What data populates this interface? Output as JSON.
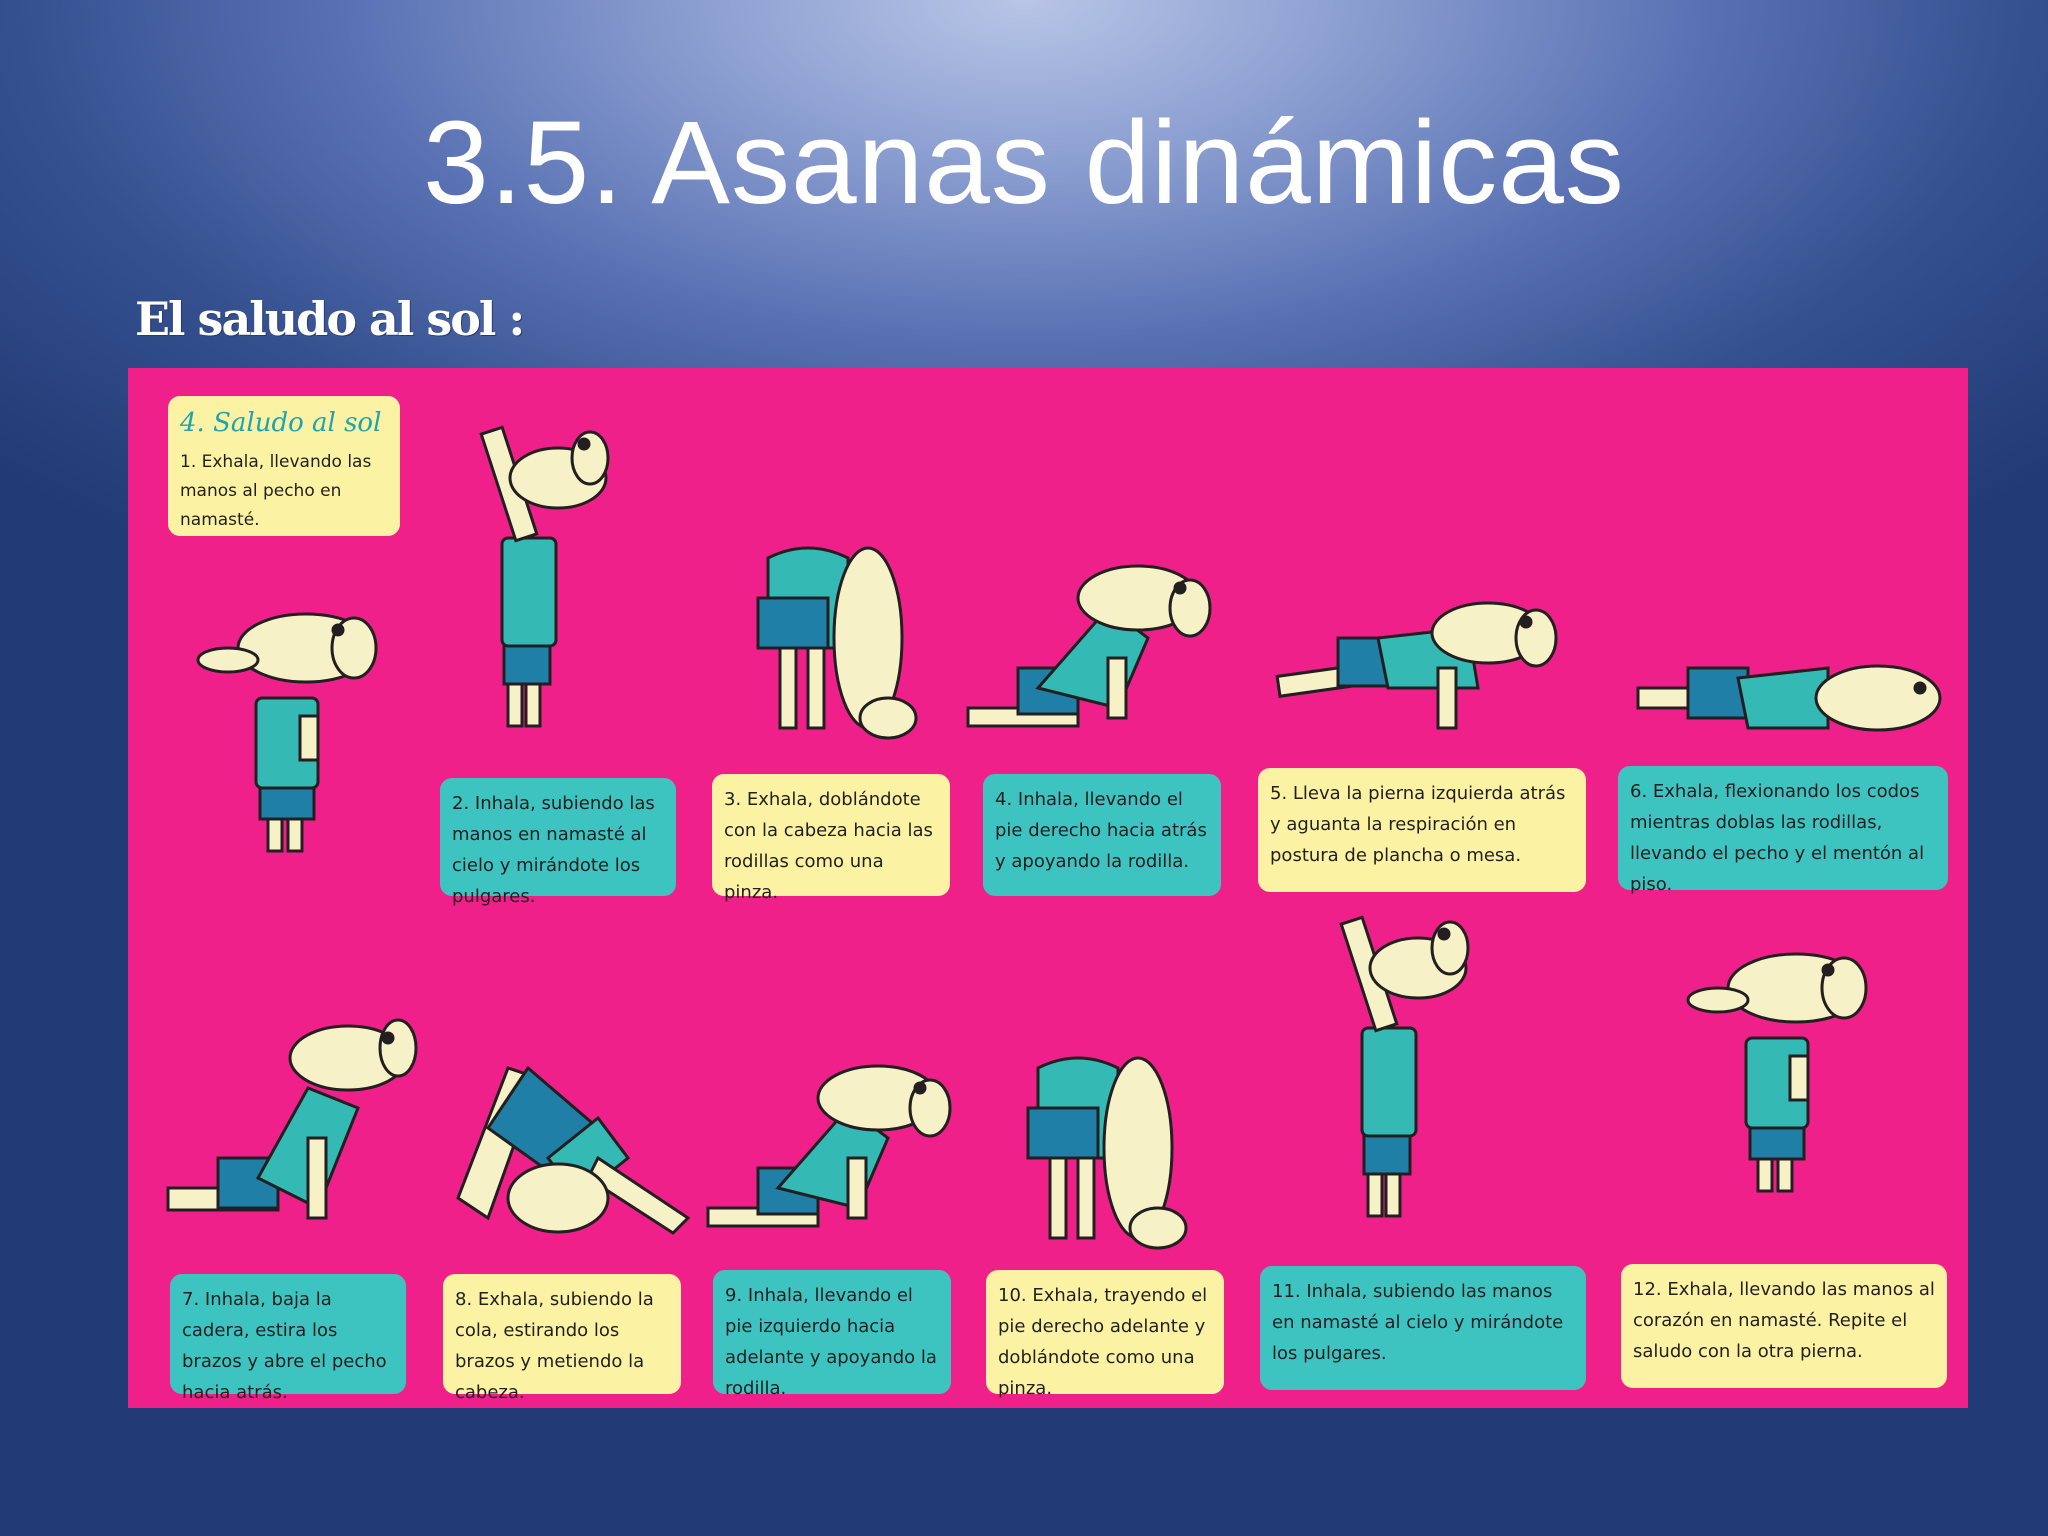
{
  "slide": {
    "title": "3.5. Asanas dinámicas",
    "subtitle": "El saludo al sol :"
  },
  "poster": {
    "heading": "4. Saludo al sol",
    "intro": "1. Exhala, llevando las manos al pecho en namasté.",
    "steps": [
      {
        "text": "2. Inhala, subiendo las manos en namasté al cielo y mirándote los pulgares.",
        "color": "teal"
      },
      {
        "text": "3. Exhala, doblándote con la cabeza hacia las rodillas como una pinza.",
        "color": "yellow"
      },
      {
        "text": "4. Inhala, llevando el pie derecho hacia atrás y apoyando la rodilla.",
        "color": "teal"
      },
      {
        "text": "5. Lleva la pierna izquierda atrás y aguanta la respiración en postura de plancha o mesa.",
        "color": "yellow"
      },
      {
        "text": "6. Exhala, flexionando los codos mientras doblas las rodillas, llevando el pecho y el mentón al piso.",
        "color": "teal"
      },
      {
        "text": "7. Inhala, baja la cadera, estira los brazos y abre el pecho hacia atrás.",
        "color": "teal"
      },
      {
        "text": "8. Exhala, subiendo la cola, estirando los brazos y metiendo la cabeza.",
        "color": "yellow"
      },
      {
        "text": "9. Inhala, llevando el pie izquierdo hacia adelante y apoyando la rodilla.",
        "color": "teal"
      },
      {
        "text": "10. Exhala, trayendo el pie derecho adelante y doblándote como una pinza.",
        "color": "yellow"
      },
      {
        "text": "11. Inhala, subiendo las manos en namasté al cielo y mirándote los pulgares.",
        "color": "teal"
      },
      {
        "text": "12. Exhala, llevando las manos al corazón en namasté. Repite el saludo con la otra pierna.",
        "color": "yellow"
      }
    ],
    "colors": {
      "background": "#f0208a",
      "teal": "#3ec4c0",
      "yellow": "#fcf2a4",
      "shirt": "#34b9b5",
      "shorts": "#1f7fa6",
      "donkey": "#f7f1c8"
    }
  }
}
